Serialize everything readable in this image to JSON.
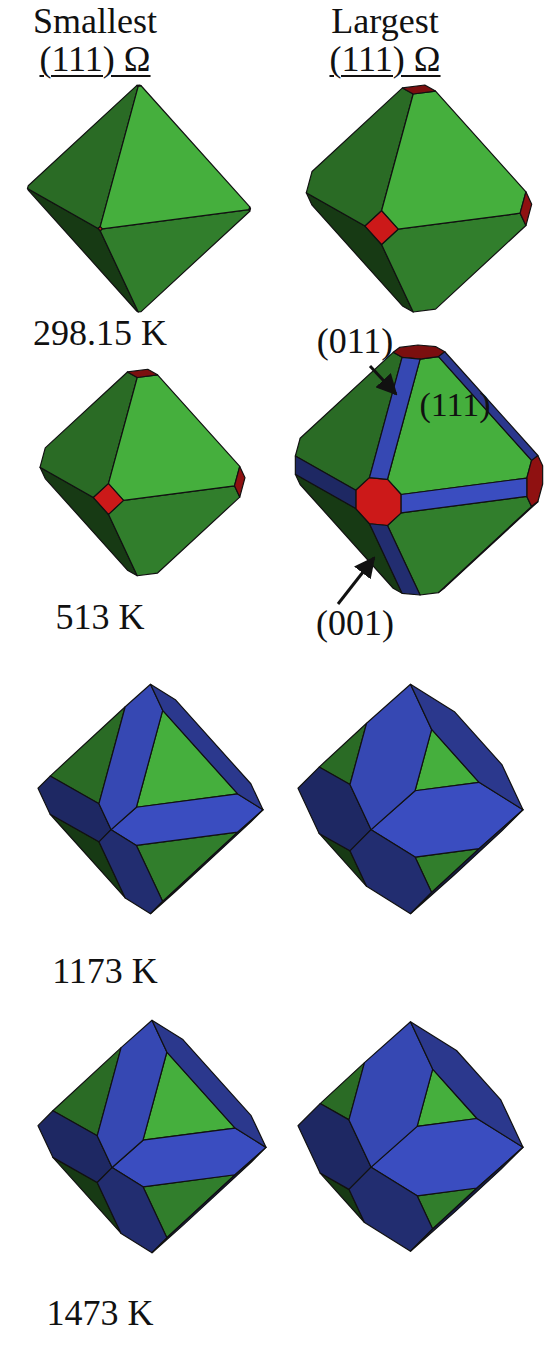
{
  "diagram": {
    "labels": [
      "Smallest",
      "(111) Ω",
      "Largest",
      "(111) Ω",
      "298.15 K",
      "(011)",
      "(111)",
      "513 K",
      "(001)",
      "1173 K",
      "1473 K"
    ]
  }
}
